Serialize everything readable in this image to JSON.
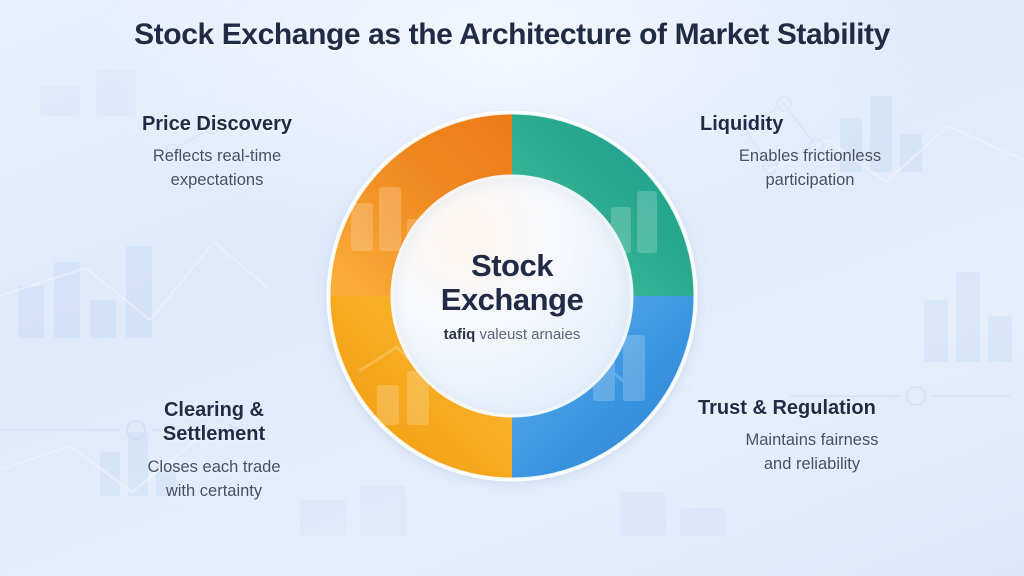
{
  "title": "Stock Exchange as the Architecture of Market Stability",
  "hub": {
    "line1": "Stock",
    "line2": "Exchange",
    "sub_bold": "tafiq",
    "sub_rest": " valeust arnaies"
  },
  "segments": [
    {
      "key": "price_discovery",
      "position": "top-left",
      "heading": "Price Discovery",
      "body_line1": "Reflects real-time",
      "body_line2": "expectations",
      "color": "#f08a21",
      "color_light": "#f9a83c",
      "icon": "candlestick-chart-icon"
    },
    {
      "key": "liquidity",
      "position": "top-right",
      "heading": "Liquidity",
      "body_line1": "Enables frictionless",
      "body_line2": "participation",
      "color": "#2aa98d",
      "color_light": "#46c0a1",
      "icon": "coin-stack-icon"
    },
    {
      "key": "trust_regulation",
      "position": "bottom-right",
      "heading": "Trust & Regulation",
      "body_line1": "Maintains fairness",
      "body_line2": "and reliability",
      "color": "#3a95e0",
      "color_light": "#57abe9",
      "icon": "shield-check-icon"
    },
    {
      "key": "clearing_settlement",
      "position": "bottom-left",
      "heading_line1": "Clearing &",
      "heading_line2": "Settlement",
      "body_line1": "Closes each trade",
      "body_line2": "with certainty",
      "color": "#f5a81c",
      "color_light": "#fbc03f",
      "icon": "gavel-document-icon"
    }
  ],
  "colors": {
    "background_top": "#e9f0fd",
    "background_bottom": "#dce7fa",
    "title_text": "#222b45",
    "body_text": "#464f63",
    "orange": "#f08a21",
    "teal": "#2aa98d",
    "blue": "#3a95e0",
    "amber": "#f5a81c",
    "gold": "#f0b421",
    "shield_blue": "#1f4fb0"
  }
}
